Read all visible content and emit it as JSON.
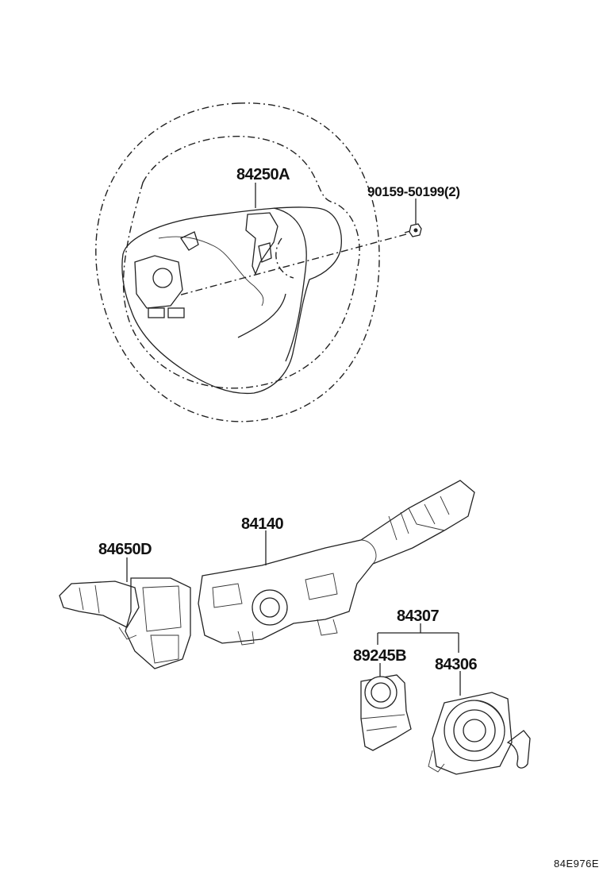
{
  "diagram": {
    "labels": {
      "airbag": "84250A",
      "bolt": "90159-50199(2)",
      "combination_switch": "84140",
      "wiper_switch": "84650D",
      "spiral_cable_assy": "84307",
      "steering_sensor": "89245B",
      "spiral_cable": "84306"
    },
    "illustration_code": "84E976E"
  }
}
